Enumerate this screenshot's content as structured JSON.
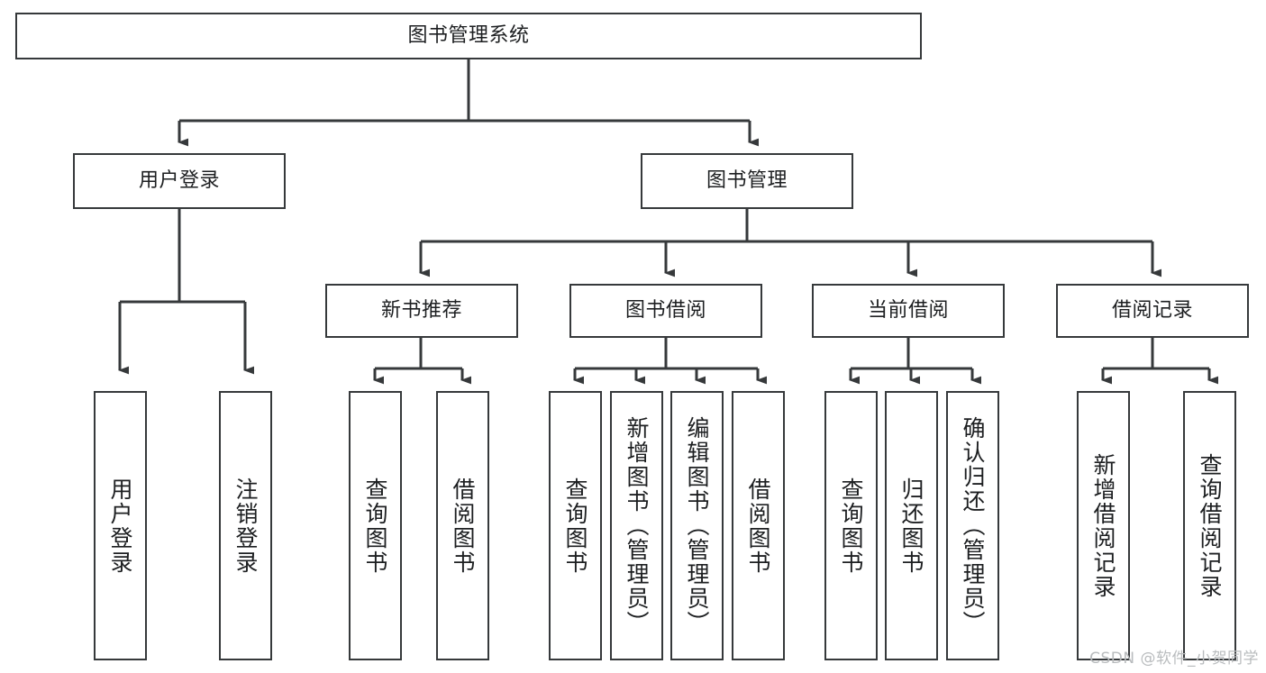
{
  "diagram": {
    "title": "图书管理系统",
    "type": "tree-structure-chart",
    "stroke_color": "#36393b",
    "text_color": "#1d1f21",
    "background_color": "#ffffff",
    "watermark": "CSDN @软件_小贺同学",
    "nodes": {
      "root": {
        "label": "图书管理系统"
      },
      "level1": [
        {
          "id": "user-login",
          "label": "用户登录"
        },
        {
          "id": "book-manage",
          "label": "图书管理"
        }
      ],
      "level2": [
        {
          "id": "new-book-recommend",
          "label": "新书推荐"
        },
        {
          "id": "book-borrow",
          "label": "图书借阅"
        },
        {
          "id": "current-borrow",
          "label": "当前借阅"
        },
        {
          "id": "borrow-record",
          "label": "借阅记录"
        }
      ],
      "leaves": {
        "user_login": [
          {
            "id": "leaf-user-login",
            "label": "用户登录"
          },
          {
            "id": "leaf-logout-login",
            "label": "注销登录"
          }
        ],
        "new_book_recommend": [
          {
            "id": "leaf-query-book-1",
            "label": "查询图书"
          },
          {
            "id": "leaf-borrow-book-1",
            "label": "借阅图书"
          }
        ],
        "book_borrow": [
          {
            "id": "leaf-query-book-2",
            "label": "查询图书"
          },
          {
            "id": "leaf-add-book-admin",
            "label": "新增图书（管理员）"
          },
          {
            "id": "leaf-edit-book-admin",
            "label": "编辑图书（管理员）"
          },
          {
            "id": "leaf-borrow-book-2",
            "label": "借阅图书"
          }
        ],
        "current_borrow": [
          {
            "id": "leaf-query-book-3",
            "label": "查询图书"
          },
          {
            "id": "leaf-return-book",
            "label": "归还图书"
          },
          {
            "id": "leaf-confirm-return-admin",
            "label": "确认归还（管理员）"
          }
        ],
        "borrow_record": [
          {
            "id": "leaf-add-borrow-record",
            "label": "新增借阅记录"
          },
          {
            "id": "leaf-query-borrow-record",
            "label": "查询借阅记录"
          }
        ]
      }
    }
  }
}
